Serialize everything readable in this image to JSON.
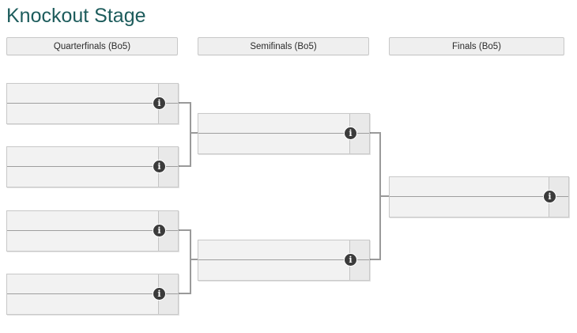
{
  "page": {
    "title": "Knockout Stage",
    "title_color": "#1d5c5c",
    "background": "#ffffff"
  },
  "rounds": [
    {
      "label": "Quarterfinals (Bo5)"
    },
    {
      "label": "Semifinals (Bo5)"
    },
    {
      "label": "Finals (Bo5)"
    }
  ],
  "icons": {
    "info": "i",
    "info_name": "info-icon",
    "info_color": "#3b3b3b"
  },
  "colors": {
    "box_border": "#c9c9c9",
    "row_divider": "#9e9e9e",
    "team_fill": "#f2f2f2",
    "score_fill": "#e9e9e9",
    "connector": "#9a9a9a",
    "header_fill": "#efefef",
    "header_border": "#c8c8c8"
  },
  "bracket": {
    "quarterfinals": [
      {
        "id": "qf1",
        "top": {
          "team": "",
          "score": ""
        },
        "bottom": {
          "team": "",
          "score": ""
        }
      },
      {
        "id": "qf2",
        "top": {
          "team": "",
          "score": ""
        },
        "bottom": {
          "team": "",
          "score": ""
        }
      },
      {
        "id": "qf3",
        "top": {
          "team": "",
          "score": ""
        },
        "bottom": {
          "team": "",
          "score": ""
        }
      },
      {
        "id": "qf4",
        "top": {
          "team": "",
          "score": ""
        },
        "bottom": {
          "team": "",
          "score": ""
        }
      }
    ],
    "semifinals": [
      {
        "id": "sf1",
        "top": {
          "team": "",
          "score": ""
        },
        "bottom": {
          "team": "",
          "score": ""
        }
      },
      {
        "id": "sf2",
        "top": {
          "team": "",
          "score": ""
        },
        "bottom": {
          "team": "",
          "score": ""
        }
      }
    ],
    "finals": [
      {
        "id": "f1",
        "top": {
          "team": "",
          "score": ""
        },
        "bottom": {
          "team": "",
          "score": ""
        }
      }
    ]
  }
}
